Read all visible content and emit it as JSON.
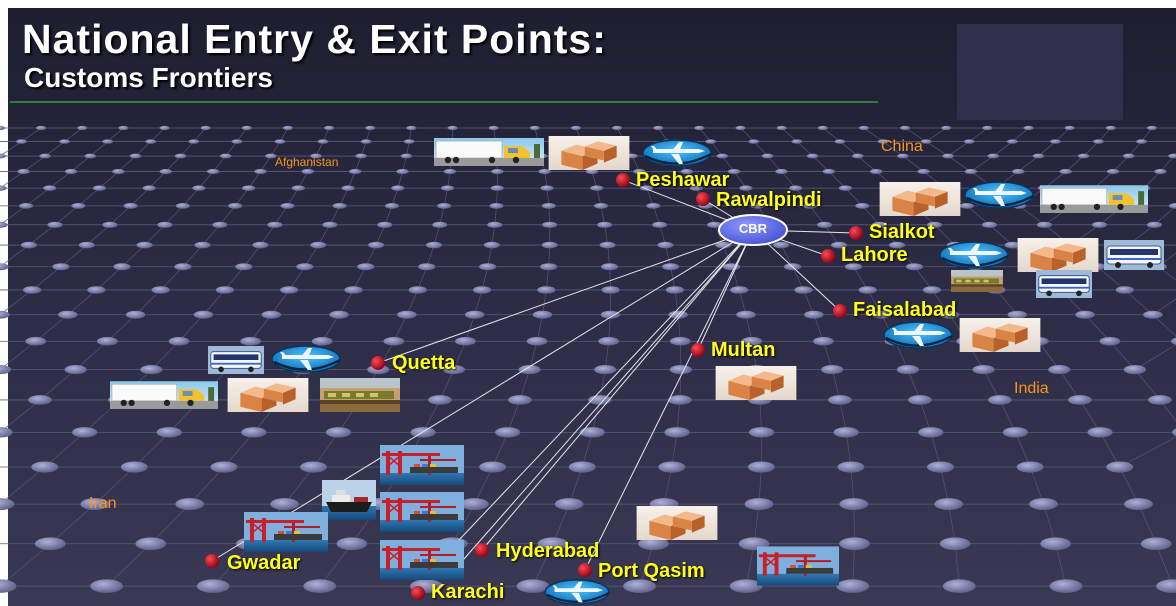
{
  "title": {
    "main": "National Entry & Exit Points:",
    "subtitle": "Customs Frontiers"
  },
  "hub": {
    "label": "CBR"
  },
  "cities": {
    "peshawar": "Peshawar",
    "rawalpindi": "Rawalpindi",
    "sialkot": "Sialkot",
    "lahore": "Lahore",
    "faisalabad": "Faisalabad",
    "quetta": "Quetta",
    "multan": "Multan",
    "hyderabad": "Hyderabad",
    "gwadar": "Gwadar",
    "port_qasim": "Port Qasim",
    "karachi": "Karachi"
  },
  "countries": {
    "afghanistan": "Afghanistan",
    "china": "China",
    "india": "India",
    "iran": "Iran"
  },
  "icons": [
    "truck-icon",
    "cargo-boxes-icon",
    "airplane-icon",
    "bus-icon",
    "train-icon",
    "ship-icon",
    "port-crane-icon"
  ],
  "colors": {
    "background": "#2b2a44",
    "city_label": "#ffff1a",
    "country_label": "#f5961e",
    "city_marker": "#b3001b",
    "hub": "#5e6ae8",
    "connector": "#e6e6f0",
    "title_rule": "#3a9a3a"
  }
}
